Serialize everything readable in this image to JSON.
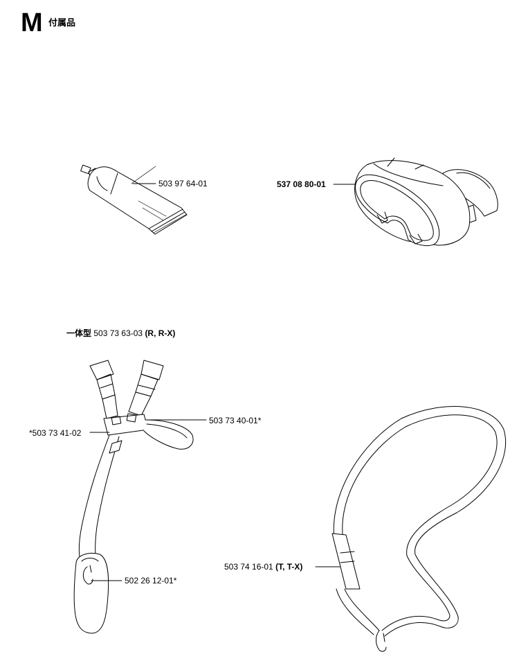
{
  "section": {
    "letter": "M",
    "title": "付属品"
  },
  "parts": [
    {
      "id": "grease-tube",
      "number": "503 97 64-01"
    },
    {
      "id": "goggles",
      "number": "537 08 80-01"
    },
    {
      "id": "harness",
      "prefix": "一体型",
      "number": "503 73 63-03",
      "suffix": "(R, R-X)"
    },
    {
      "id": "harness-buckle",
      "number": "503 73 40-01*"
    },
    {
      "id": "harness-strap",
      "number": "*503 73 41-02"
    },
    {
      "id": "harness-hook",
      "number": "502 26 12-01*"
    },
    {
      "id": "shoulder-strap",
      "number": "503 74 16-01",
      "suffix": "(T, T-X)"
    }
  ]
}
